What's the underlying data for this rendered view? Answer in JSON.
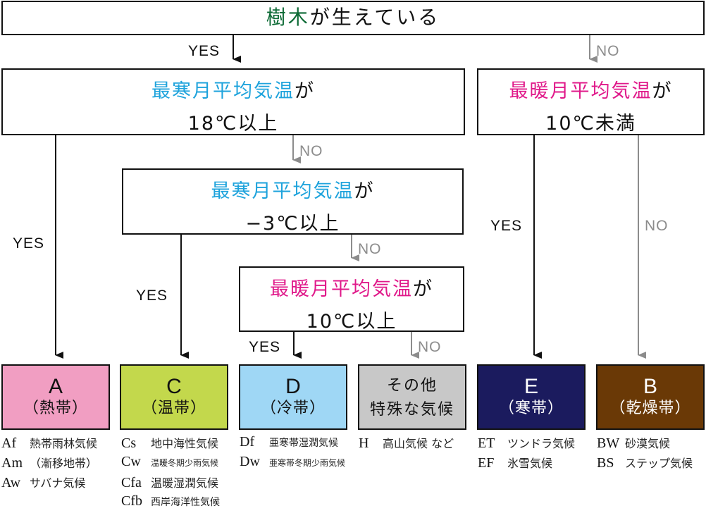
{
  "colors": {
    "tree_green": "#0c6a35",
    "coldest_blue": "#1ea3dc",
    "warmest_magenta": "#e0198a",
    "yes_arrow": "#111111",
    "no_arrow": "#8c8c8c",
    "zone_A": "#f19ec2",
    "zone_C": "#c3d84c",
    "zone_D": "#9fd7f5",
    "zone_other": "#c8c8c8",
    "zone_E": "#1b1b5e",
    "zone_B": "#6a3906"
  },
  "questions": {
    "q0": {
      "highlight": "樹木",
      "rest": "が生えている"
    },
    "q1": {
      "highlight": "最寒月平均気温",
      "suffix": "が",
      "line2": "18℃以上"
    },
    "q2": {
      "highlight": "最暖月平均気温",
      "suffix": "が",
      "line2": "10℃未満"
    },
    "q3": {
      "highlight": "最寒月平均気温",
      "suffix": "が",
      "line2": "−3℃以上"
    },
    "q4": {
      "highlight": "最暖月平均気温",
      "suffix": "が",
      "line2": "10℃以上"
    }
  },
  "labels": {
    "yes": "YES",
    "no": "NO"
  },
  "zones": [
    {
      "code": "A",
      "name": "（熱帯）"
    },
    {
      "code": "C",
      "name": "（温帯）"
    },
    {
      "code": "D",
      "name": "（冷帯）"
    },
    {
      "line1": "その他",
      "line2": "特殊な気候"
    },
    {
      "code": "E",
      "name": "（寒帯）"
    },
    {
      "code": "B",
      "name": "（乾燥帯）"
    }
  ],
  "legend": {
    "A": [
      {
        "abbr": "Af",
        "desc": "熱帯雨林気候"
      },
      {
        "abbr": "Am",
        "desc": "（漸移地帯）"
      },
      {
        "abbr": "Aw",
        "desc": "サバナ気候"
      }
    ],
    "C": [
      {
        "abbr": "Cs",
        "desc": "地中海性気候"
      },
      {
        "abbr": "Cw",
        "desc": "温暖冬期少雨気候"
      },
      {
        "abbr": "Cfa",
        "desc": "温暖湿潤気候"
      },
      {
        "abbr": "Cfb",
        "desc": "西岸海洋性気候"
      }
    ],
    "D": [
      {
        "abbr": "Df",
        "desc": "亜寒帯湿潤気候"
      },
      {
        "abbr": "Dw",
        "desc": "亜寒帯冬期少雨気候"
      }
    ],
    "H": [
      {
        "abbr": "H",
        "desc": "高山気候 など"
      }
    ],
    "E": [
      {
        "abbr": "ET",
        "desc": "ツンドラ気候"
      },
      {
        "abbr": "EF",
        "desc": "氷雪気候"
      }
    ],
    "B": [
      {
        "abbr": "BW",
        "desc": "砂漠気候"
      },
      {
        "abbr": "BS",
        "desc": "ステップ気候"
      }
    ]
  }
}
